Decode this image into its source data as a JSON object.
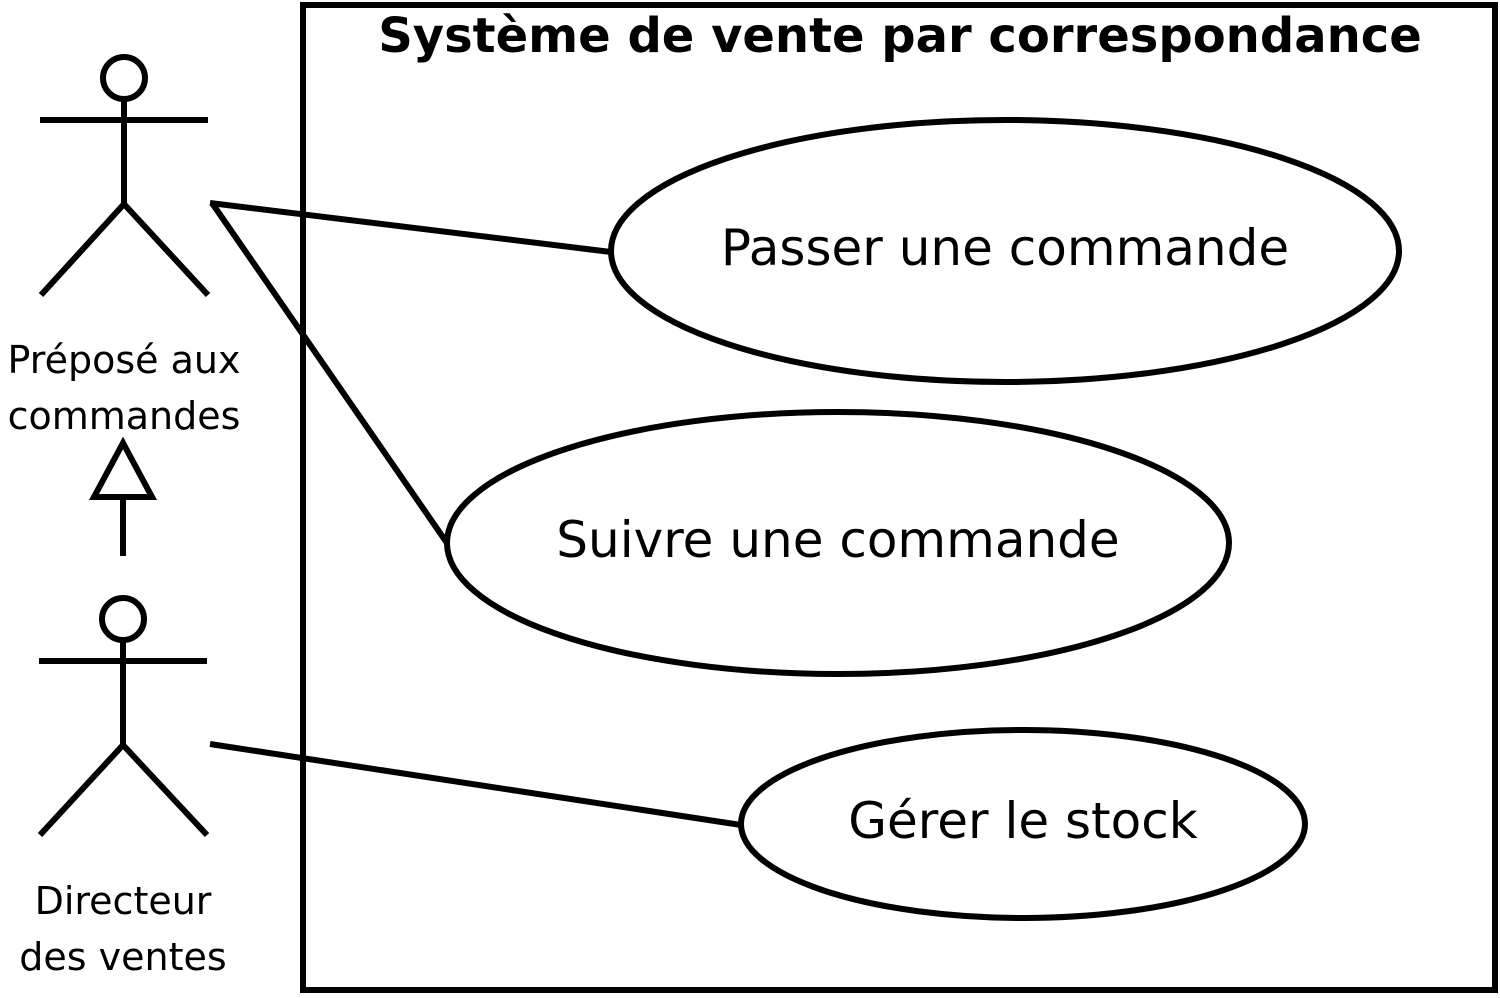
{
  "system": {
    "title": "Système de vente par correspondance"
  },
  "actors": {
    "prepose": {
      "line1": "Préposé aux",
      "line2": "commandes"
    },
    "directeur": {
      "line1": "Directeur",
      "line2": "des ventes"
    }
  },
  "use_cases": {
    "passer": {
      "label": "Passer une commande"
    },
    "suivre": {
      "label": "Suivre une commande"
    },
    "gerer": {
      "label": "Gérer le stock"
    }
  },
  "colors": {
    "stroke": "#000000",
    "background": "#ffffff"
  }
}
